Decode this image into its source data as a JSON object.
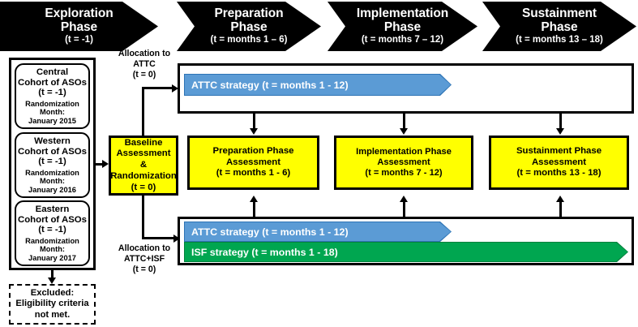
{
  "diagram": {
    "title": "ATTC / ISF Implementation Study Timeline Flowchart",
    "colors": {
      "banner": "#000000",
      "assessment": "#FFFF00",
      "attc_strategy": "#5B9BD5",
      "isf_strategy": "#00A650",
      "line": "#000000"
    }
  },
  "phases": [
    {
      "name": "exploration",
      "title_line1": "Exploration",
      "title_line2": "Phase",
      "subtitle": "(t = -1)"
    },
    {
      "name": "preparation",
      "title_line1": "Preparation",
      "title_line2": "Phase",
      "subtitle": "(t = months 1 – 6)"
    },
    {
      "name": "implementation",
      "title_line1": "Implementation",
      "title_line2": "Phase",
      "subtitle": "(t = months 7 – 12)"
    },
    {
      "name": "sustainment",
      "title_line1": "Sustainment",
      "title_line2": "Phase",
      "subtitle": "(t = months 13 – 18)"
    }
  ],
  "cohorts": [
    {
      "name": "central",
      "line1": "Central",
      "line2": "Cohort of ASOs",
      "line3": "(t = -1)",
      "line4": "Randomization Month:",
      "line5": "January 2015"
    },
    {
      "name": "western",
      "line1": "Western",
      "line2": "Cohort of ASOs",
      "line3": "(t = -1)",
      "line4": "Randomization Month:",
      "line5": "January 2016"
    },
    {
      "name": "eastern",
      "line1": "Eastern",
      "line2": "Cohort of ASOs",
      "line3": "(t = -1)",
      "line4": "Randomization Month:",
      "line5": "January 2017"
    }
  ],
  "excluded": {
    "line1": "Excluded:",
    "line2": "Eligibility criteria",
    "line3": "not met."
  },
  "baseline": {
    "line1": "Baseline",
    "line2": "Assessment",
    "line3": "&",
    "line4": "Randomization",
    "line5": "(t = 0)"
  },
  "allocations": [
    {
      "name": "attc",
      "line1": "Allocation to",
      "line2": "ATTC",
      "line3": "(t = 0)"
    },
    {
      "name": "attc-isf",
      "line1": "Allocation to",
      "line2": "ATTC+ISF",
      "line3": "(t = 0)"
    }
  ],
  "strategies": {
    "attc_top": "ATTC strategy (t = months 1 - 12)",
    "attc_bottom": "ATTC strategy (t = months 1 - 12)",
    "isf_bottom": "ISF strategy (t = months 1 - 18)"
  },
  "assessments": [
    {
      "name": "preparation",
      "line1": "Preparation Phase",
      "line2": "Assessment",
      "line3": "(t = months 1 - 6)"
    },
    {
      "name": "implementation",
      "line1": "Implementation Phase",
      "line2": "Assessment",
      "line3": "(t = months 7 - 12)"
    },
    {
      "name": "sustainment",
      "line1": "Sustainment Phase",
      "line2": "Assessment",
      "line3": "(t = months 13 - 18)"
    }
  ]
}
